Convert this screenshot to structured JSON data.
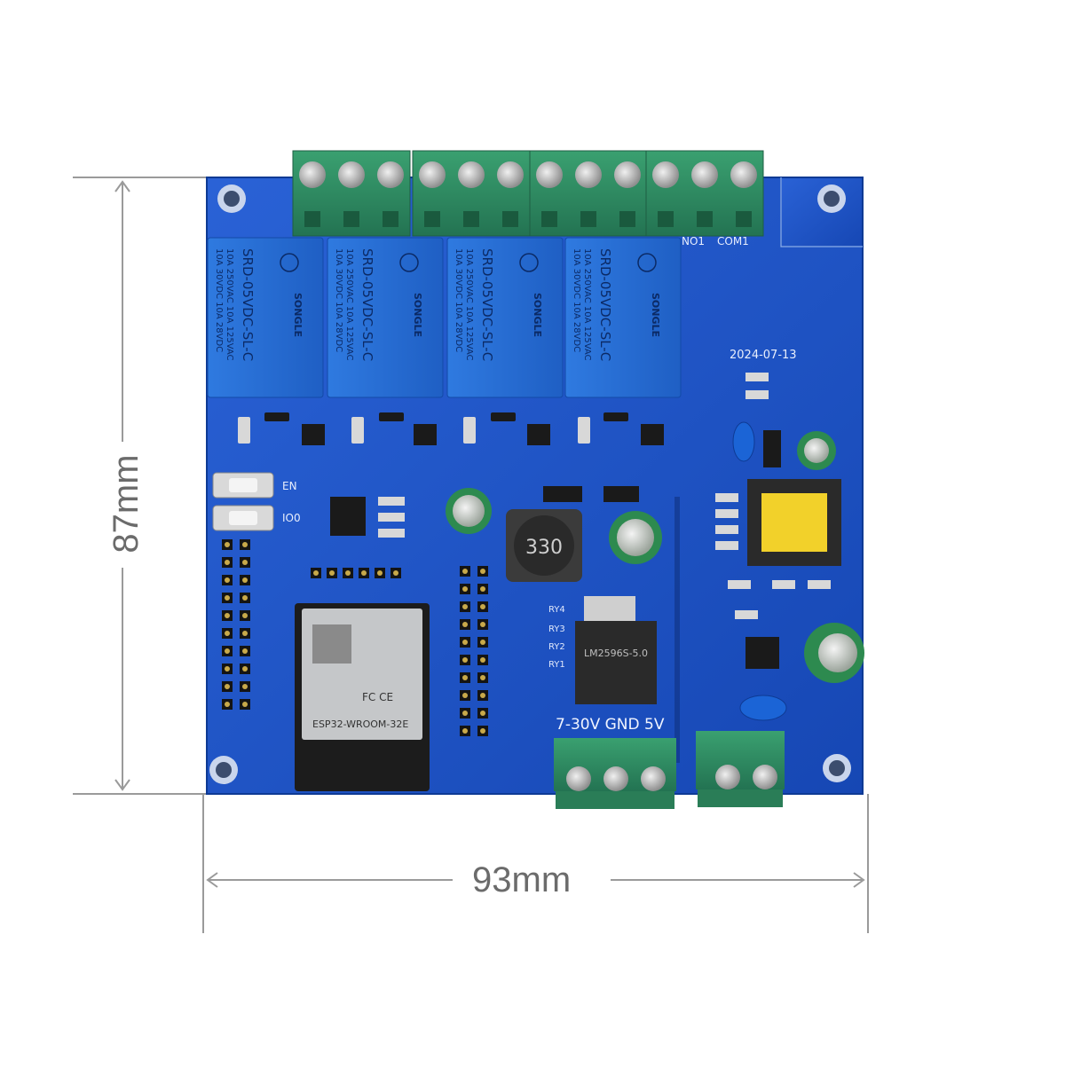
{
  "dimensions": {
    "width_label": "93mm",
    "height_label": "87mm"
  },
  "relays": {
    "model": "SRD-05VDC-SL-C",
    "rating_lines": [
      "10A 250VAC 10A 125VAC",
      "10A 30VDC 10A 28VDC"
    ],
    "brand": "SONGLE",
    "count": 4
  },
  "board": {
    "date_code": "2024-07-13",
    "terminal_labels": [
      "NO1",
      "COM1"
    ],
    "power_label": "7-30V GND 5V",
    "inductor_code": "330",
    "regulator_code": "LM2596S-5.0",
    "module_label": "ESP32-WROOM-32E",
    "button_labels": [
      "EN",
      "IO0"
    ],
    "pin_labels": [
      "RY4",
      "RY3",
      "RY2",
      "RY1"
    ],
    "fcc_mark": "FC CE"
  },
  "colors": {
    "pcb": "#1f56c9",
    "pcb_dark": "#123f9e",
    "terminal": "#2f8f63",
    "relay": "#2a6fd6"
  }
}
